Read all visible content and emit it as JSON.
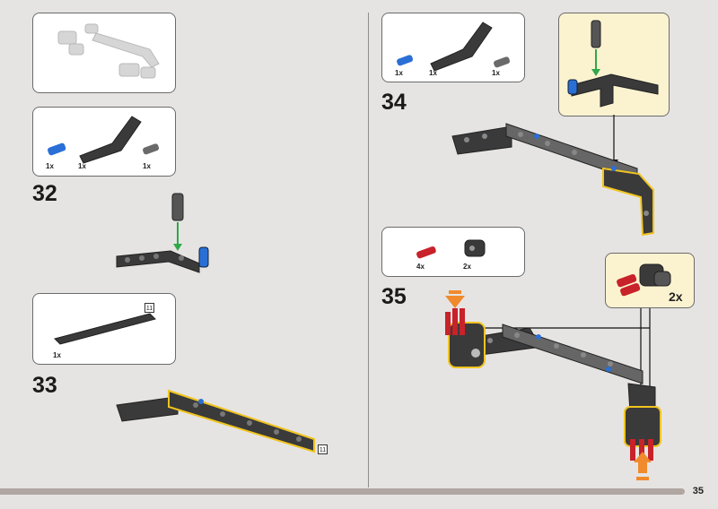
{
  "page": {
    "number": "35"
  },
  "steps": [
    {
      "number": "32",
      "parts": [
        {
          "qty": "1x"
        },
        {
          "qty": "1x"
        },
        {
          "qty": "1x"
        }
      ]
    },
    {
      "number": "33",
      "parts": [
        {
          "qty": "1x"
        }
      ],
      "length": "11"
    },
    {
      "number": "34",
      "parts": [
        {
          "qty": "1x"
        },
        {
          "qty": "1x"
        },
        {
          "qty": "1x"
        }
      ]
    },
    {
      "number": "35",
      "parts": [
        {
          "qty": "4x"
        },
        {
          "qty": "2x"
        }
      ],
      "callout_qty": "2x"
    }
  ],
  "colors": {
    "blue_pin": "#2a6fd6",
    "red_pin": "#c8222a",
    "dark_gray": "#3a3a3a",
    "mid_gray": "#8a8a8a",
    "highlight": "#f0c420",
    "arrow_orange": "#f08a2c",
    "arrow_green": "#2fa84a"
  }
}
